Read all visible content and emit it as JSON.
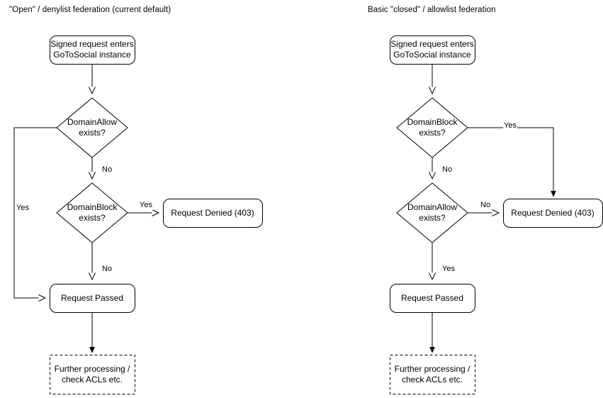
{
  "diagrams": [
    {
      "id": "open-denylist",
      "title": "\"Open\" / denylist federation (current default)",
      "nodes": {
        "start": "Signed request enters\nGoToSocial instance",
        "decision1": "DomainAllow\nexists?",
        "decision2": "DomainBlock\nexists?",
        "denied": "Request Denied (403)",
        "passed": "Request Passed",
        "further": "Further processing /\ncheck ACLs etc."
      },
      "edges": {
        "allow_yes": "Yes",
        "allow_no": "No",
        "block_yes": "Yes",
        "block_no": "No"
      }
    },
    {
      "id": "closed-allowlist",
      "title": "Basic \"closed\" / allowlist federation",
      "nodes": {
        "start": "Signed request enters\nGoToSocial instance",
        "decision1": "DomainBlock\nexists?",
        "decision2": "DomainAllow\nexists?",
        "denied": "Request Denied (403)",
        "passed": "Request Passed",
        "further": "Further processing /\ncheck ACLs etc."
      },
      "edges": {
        "block_yes": "Yes",
        "block_no": "No",
        "allow_no": "No",
        "allow_yes": "Yes"
      }
    }
  ],
  "style": {
    "stroke": "#000000",
    "fill": "#ffffff",
    "text": "#000000"
  }
}
